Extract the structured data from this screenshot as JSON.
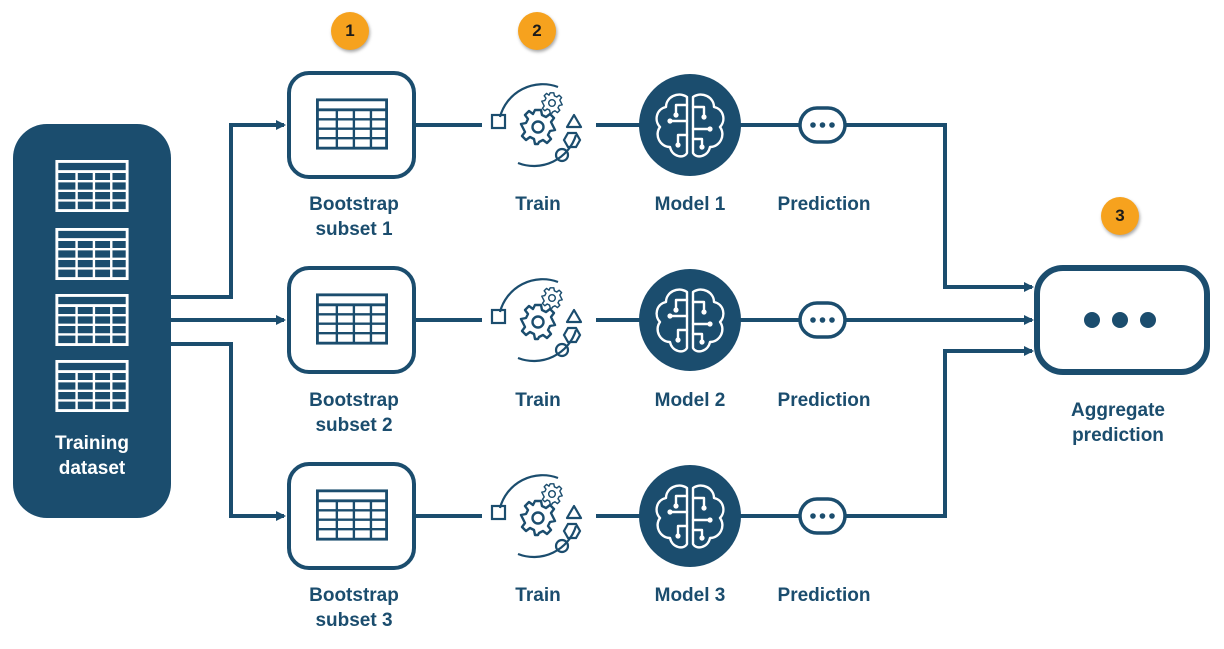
{
  "training_dataset": {
    "label": "Training\ndataset"
  },
  "steps": [
    {
      "number": "1"
    },
    {
      "number": "2"
    },
    {
      "number": "3"
    }
  ],
  "rows": [
    {
      "subset": "Bootstrap\nsubset 1",
      "train": "Train",
      "model": "Model 1",
      "prediction": "Prediction"
    },
    {
      "subset": "Bootstrap\nsubset 2",
      "train": "Train",
      "model": "Model 2",
      "prediction": "Prediction"
    },
    {
      "subset": "Bootstrap\nsubset 3",
      "train": "Train",
      "model": "Model 3",
      "prediction": "Prediction"
    }
  ],
  "aggregate": {
    "label": "Aggregate\nprediction"
  },
  "colors": {
    "primary": "#1b4d6e",
    "badge": "#f6a21e",
    "background": "#ffffff"
  },
  "icons": {
    "dataset": "table-icon",
    "subset": "table-icon",
    "train": "gears-shapes-icon",
    "model": "brain-circuit-icon",
    "prediction": "ellipsis-icon",
    "aggregate": "ellipsis-icon"
  }
}
